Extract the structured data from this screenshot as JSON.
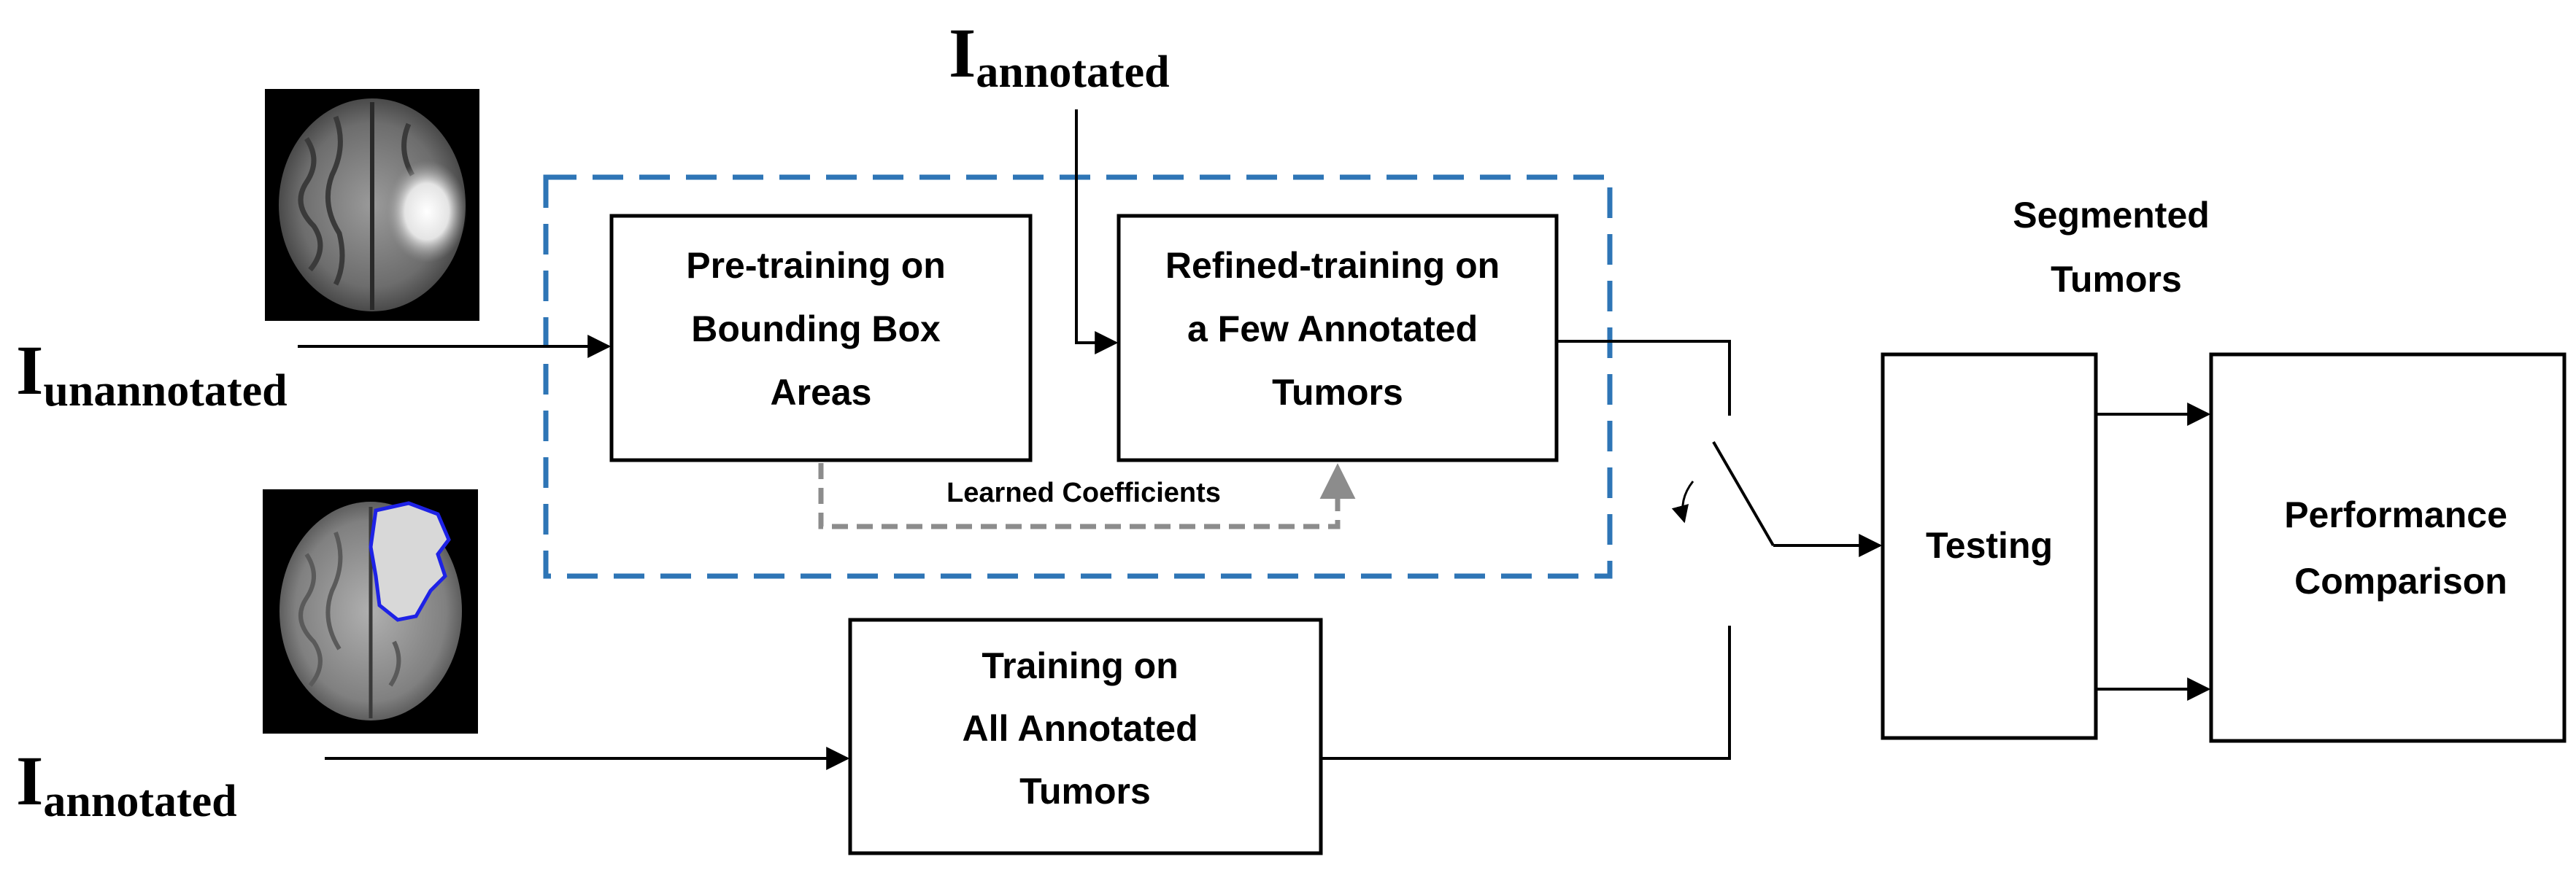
{
  "inputs": {
    "top_annotated": {
      "main": "I",
      "sub": "annotated"
    },
    "unannotated": {
      "main": "I",
      "sub": "unannotated"
    },
    "bottom_annotated": {
      "main": "I",
      "sub": "annotated"
    }
  },
  "boxes": {
    "pretraining": [
      "Pre-training on",
      "Bounding Box",
      "Areas"
    ],
    "refined": [
      "Refined-training on",
      "a Few Annotated",
      "Tumors"
    ],
    "full_training": [
      "Training on",
      "All Annotated",
      "Tumors"
    ],
    "testing": [
      "Testing"
    ],
    "performance": [
      "Performance",
      "Comparison"
    ]
  },
  "labels": {
    "learned_coefficients": "Learned Coefficients",
    "segmented_tumors": [
      "Segmented",
      "Tumors"
    ]
  },
  "colors": {
    "framework_border": "#2E75B6",
    "coefficients_arrow": "#8C8C8C",
    "tumor_contour": "#1E22E6",
    "line": "#000000"
  },
  "icons": {
    "flair_slice": "mri-brain-flair-icon",
    "annotated_slice": "mri-brain-annotated-icon",
    "switch": "switch-icon"
  }
}
